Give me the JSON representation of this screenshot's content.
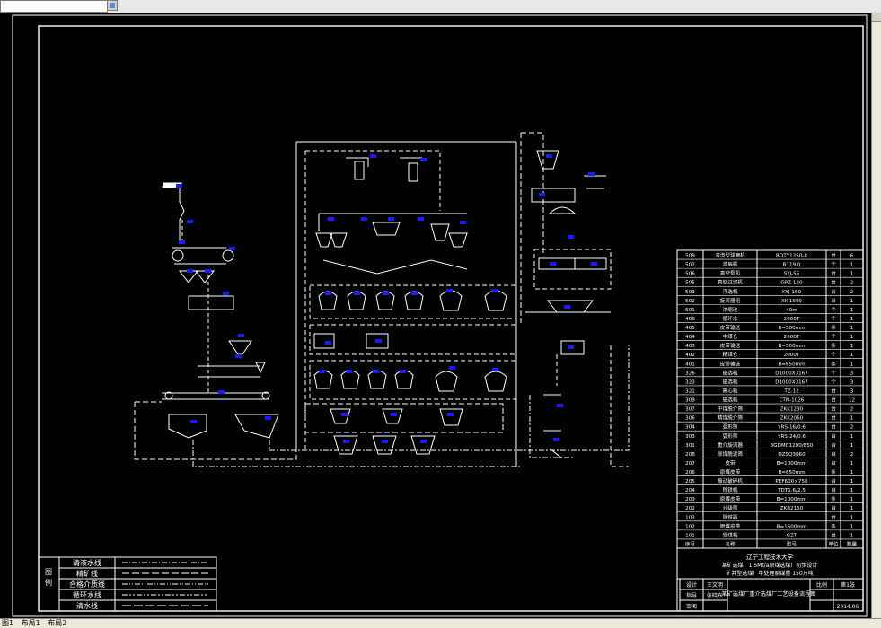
{
  "legend": {
    "header": "图例",
    "items": [
      "清液水线",
      "精矿线",
      "合格介质线",
      "循环水线",
      "清水线"
    ]
  },
  "equipment": {
    "rows": [
      [
        "509",
        "溢流型球磨机",
        "ROTY1250-8",
        "台",
        "6"
      ],
      [
        "507",
        "滤扇机",
        "R119.0",
        "个",
        "1"
      ],
      [
        "506",
        "真空泵机",
        "SYJ-55",
        "台",
        "1"
      ],
      [
        "505",
        "真空过滤机",
        "GPZ-120",
        "台",
        "2"
      ],
      [
        "503",
        "浮选机",
        "KYJ-160",
        "台",
        "2"
      ],
      [
        "502",
        "旋流器组",
        "XK-1600",
        "台",
        "1"
      ],
      [
        "501",
        "浓缩池",
        "40m",
        "个",
        "1"
      ],
      [
        "406",
        "循环水",
        "2000T",
        "个",
        "1"
      ],
      [
        "405",
        "皮带输送",
        "B=500mm",
        "条",
        "1"
      ],
      [
        "404",
        "中煤仓",
        "2000T",
        "个",
        "1"
      ],
      [
        "403",
        "皮带输送",
        "B=500mm",
        "条",
        "1"
      ],
      [
        "402",
        "精煤仓",
        "2000T",
        "个",
        "1"
      ],
      [
        "401",
        "皮带输送",
        "B=650mm",
        "条",
        "1"
      ],
      [
        "326",
        "磁选机",
        "D1000X3167",
        "个",
        "3"
      ],
      [
        "323",
        "磁选机",
        "D1000X3167",
        "个",
        "3"
      ],
      [
        "321",
        "离心机",
        "TZ-12",
        "台",
        "3"
      ],
      [
        "309",
        "磁选机",
        "CTN-1026",
        "台",
        "12"
      ],
      [
        "307",
        "中煤脱介筛",
        "ZKK1230",
        "台",
        "2"
      ],
      [
        "306",
        "精煤脱介筛",
        "ZKK2060",
        "台",
        "1"
      ],
      [
        "304",
        "弧形筛",
        "YRS-16/0.6",
        "台",
        "2"
      ],
      [
        "303",
        "弧形筛",
        "YRS-24/0.6",
        "台",
        "1"
      ],
      [
        "301",
        "重介旋流器",
        "3GDMC1200/850",
        "台",
        "1"
      ],
      [
        "208",
        "原煤脱泥筛",
        "DZSQ3060",
        "台",
        "2"
      ],
      [
        "207",
        "皮带",
        "B=1000mm",
        "台",
        "1"
      ],
      [
        "206",
        "原煤皮带",
        "B=650mm",
        "条",
        "1"
      ],
      [
        "205",
        "振动破碎机",
        "PEF600×750",
        "台",
        "1"
      ],
      [
        "204",
        "除铁机",
        "TDT1.6/2.5",
        "台",
        "1"
      ],
      [
        "203",
        "原煤皮带",
        "B=1000mm",
        "条",
        "1"
      ],
      [
        "202",
        "分级筛",
        "ZKB2150",
        "台",
        "1"
      ],
      [
        "103",
        "除铁器",
        "",
        "台",
        "1"
      ],
      [
        "102",
        "原煤皮带",
        "B=1500mm",
        "条",
        "1"
      ],
      [
        "101",
        "受煤机",
        "GZT",
        "台",
        "1"
      ],
      [
        "序号",
        "名称",
        "型号",
        "单位",
        "数量"
      ]
    ]
  },
  "title_block": {
    "school": "辽宁工程技术大学",
    "project_1": "某矿选煤厂1.5Mt/a原煤选煤厂初步设计",
    "project_2": "矿井型选煤厂年处理原煤量 150万吨",
    "design_label": "设计",
    "design_name": "王文明",
    "check_label": "指导",
    "check_name": "张晓东",
    "review_label": "审阅",
    "drawing_name": "某矿选煤厂重介选煤厂工艺设备流程图",
    "scale_label": "比例",
    "sheet_label": "第1张",
    "date": "2014.06"
  },
  "tabs": [
    "图1",
    "布局1",
    "布局2"
  ],
  "colors": {
    "line": "#ffffff",
    "tag": "#1a1aff",
    "frame": "#ffffff"
  }
}
